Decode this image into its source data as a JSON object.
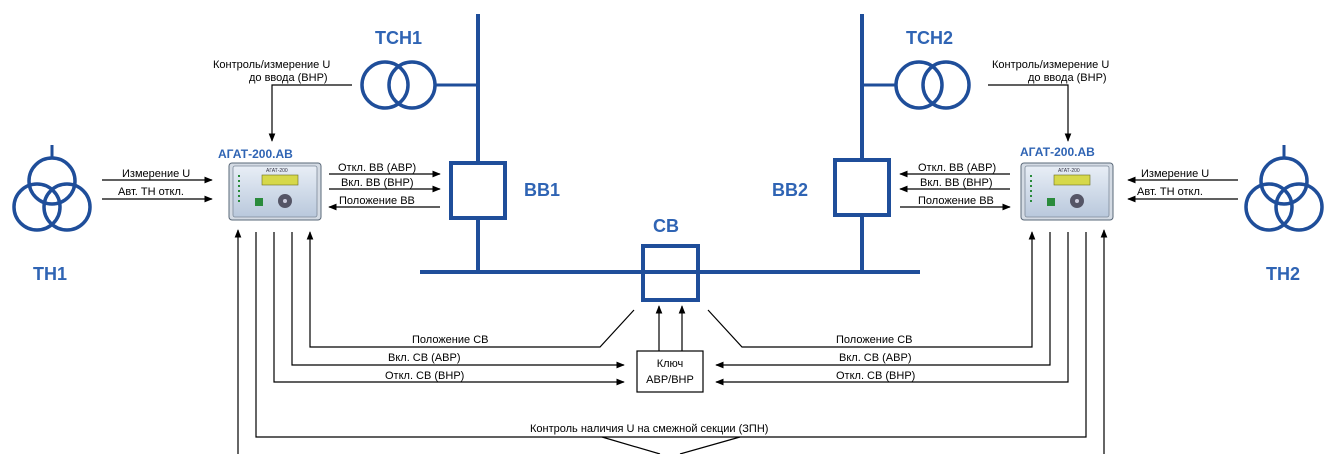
{
  "labels": {
    "tsn1": "ТСН1",
    "tsn2": "ТСН2",
    "th1": "ТН1",
    "th2": "ТН2",
    "vv1": "ВВ1",
    "vv2": "ВВ2",
    "sv": "СВ",
    "device_left": "АГАТ-200.АВ",
    "device_right": "АГАТ-200.АВ",
    "device_model": "АГАТ-200"
  },
  "signals": {
    "control_u_line1": "Контроль/измерение U",
    "control_u_line2": "до ввода (ВНР)",
    "measure_u": "Измерение U",
    "th_off": "Авт. ТН откл.",
    "vv_off": "Откл. ВВ (АВР)",
    "vv_on": "Вкл. ВВ (ВНР)",
    "vv_pos": "Положение ВВ",
    "sv_pos": "Положение СВ",
    "sv_on": "Вкл. СВ (АВР)",
    "sv_off": "Откл. СВ (ВНР)",
    "key_line1": "Ключ",
    "key_line2": "АВР/ВНР",
    "zpn": "Контроль наличия U на смежной секции (ЗПН)"
  },
  "colors": {
    "primary": "#1f4e9a",
    "label": "#2f64b4"
  }
}
